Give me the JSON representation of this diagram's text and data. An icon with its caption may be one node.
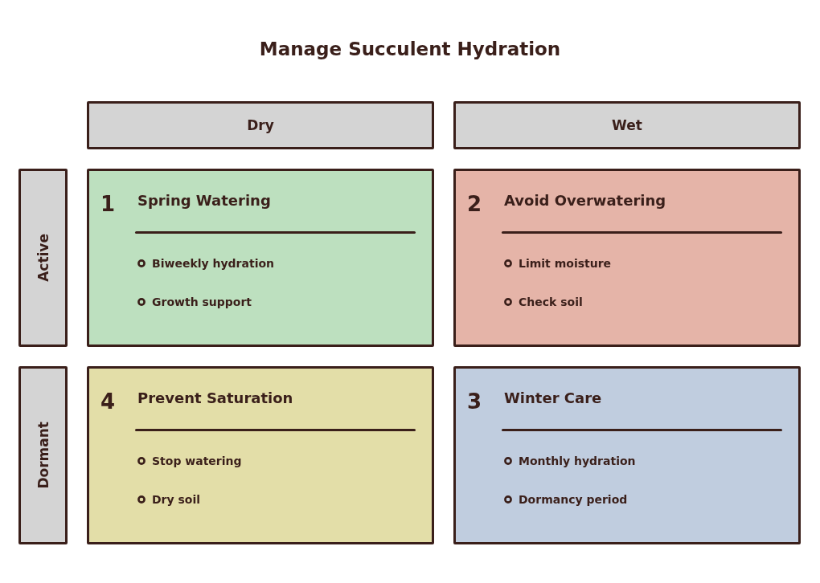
{
  "diagram": {
    "title": "Manage Succulent Hydration",
    "nodes": [
      {
        "text": [
          "Dry"
        ]
      },
      {
        "text": [
          "Wet"
        ]
      },
      {
        "text": [
          "Active"
        ]
      },
      {
        "text": [
          "1",
          "Spring Watering",
          "Biweekly hydration",
          "Growth support"
        ]
      },
      {
        "text": [
          "2",
          "Avoid Overwatering",
          "Limit moisture",
          "Check soil"
        ]
      },
      {
        "text": [
          "Dormant"
        ]
      },
      {
        "text": [
          "4",
          "Prevent Saturation",
          "Stop watering",
          "Dry soil"
        ]
      },
      {
        "text": [
          "3",
          "Winter Care",
          "Monthly hydration",
          "Dormancy period"
        ]
      }
    ],
    "edges": []
  }
}
